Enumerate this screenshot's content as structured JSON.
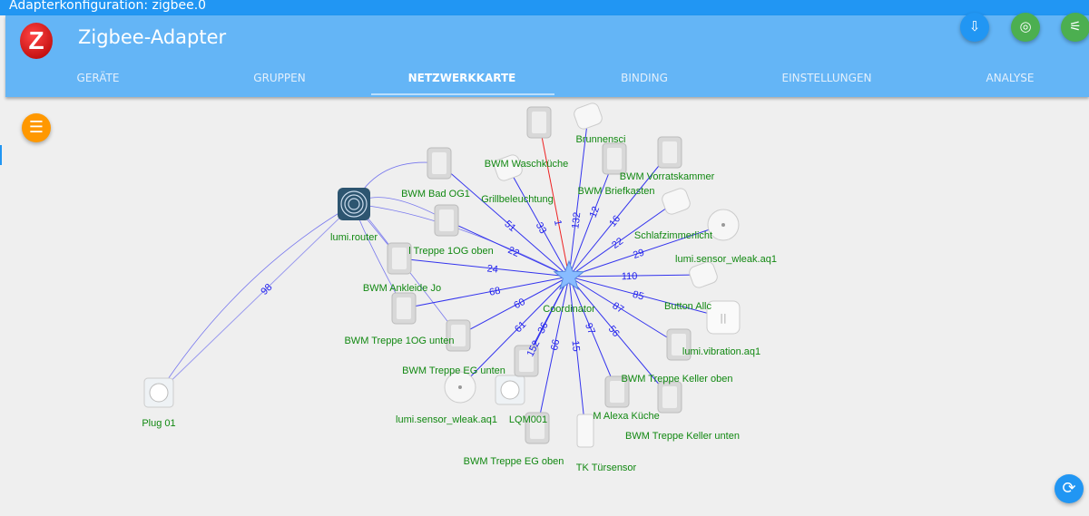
{
  "window_title": "Adapterkonfiguration: zigbee.0",
  "app_title": "Zigbee-Adapter",
  "tabs": [
    "GERÄTE",
    "GRUPPEN",
    "NETZWERKKARTE",
    "BINDING",
    "EINSTELLUNGEN",
    "ANALYSE"
  ],
  "active_tab": "NETZWERKKARTE",
  "icons": {
    "logo": "zigbee-logo",
    "b1": "install-icon",
    "b2": "pairing-icon",
    "b3": "wifi-off-icon",
    "menu": "menu-icon",
    "refresh": "refresh-icon"
  },
  "colors": {
    "link": "#3333ee",
    "weak_link": "#ee2222",
    "label": "#118811"
  },
  "network": {
    "coordinator": "Coordinator",
    "router": "lumi.router",
    "nodes": [
      {
        "label": "BWM Waschküche",
        "lqi": "1"
      },
      {
        "label": "Brunnensci",
        "lqi": "132"
      },
      {
        "label": "Grillbeleuchtung",
        "lqi": "33"
      },
      {
        "label": "BWM Bad OG1",
        "lqi": "51"
      },
      {
        "label": "BWM Briefkasten",
        "lqi": "12"
      },
      {
        "label": "BWM Vorratskammer",
        "lqi": "16"
      },
      {
        "label": "Schlafzimmerlicht",
        "lqi": "22"
      },
      {
        "label": "lumi.sensor_wleak.aq1",
        "lqi": "29"
      },
      {
        "label": "Button Allc",
        "lqi": "110"
      },
      {
        "label": "lumi.vibration.aq1",
        "lqi": "85"
      },
      {
        "label": "BWM Treppe Keller oben",
        "lqi": "87"
      },
      {
        "label": "BWM Treppe Keller unten",
        "lqi": "56"
      },
      {
        "label": "M Alexa Küche",
        "lqi": "97"
      },
      {
        "label": "TK Türsensor",
        "lqi": "15"
      },
      {
        "label": "BWM Treppe EG oben",
        "lqi": "66"
      },
      {
        "label": "LQM001",
        "lqi": "36"
      },
      {
        "label": "BWM Treppe EG unten",
        "lqi": "152"
      },
      {
        "label": "lumi.sensor_wleak.aq1",
        "lqi": "61"
      },
      {
        "label": "BWM Treppe 1OG unten",
        "lqi": "60"
      },
      {
        "label": "BWM Ankleide Jo",
        "lqi": "68"
      },
      {
        "label": "l Treppe 1OG oben",
        "lqi": "24"
      },
      {
        "label": "",
        "lqi": "22"
      },
      {
        "label": "Plug 01",
        "lqi": "98"
      }
    ]
  }
}
